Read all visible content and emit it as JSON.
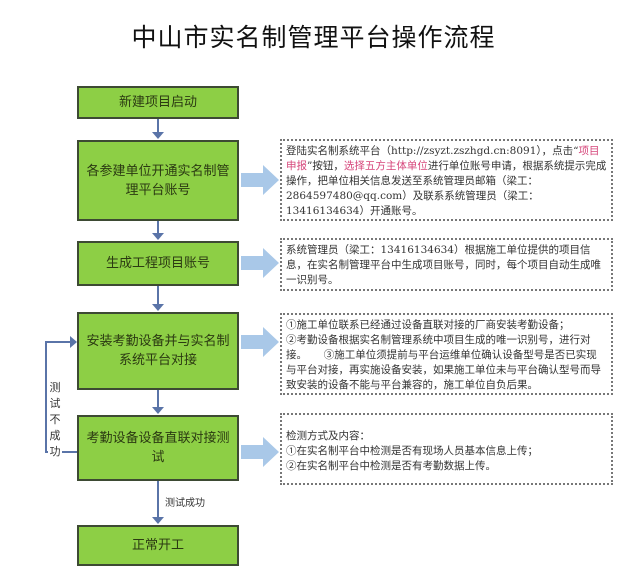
{
  "title": "中山市实名制管理平台操作流程",
  "colors": {
    "step_fill": "#8dcf45",
    "step_border": "#3d4a33",
    "arrow_blue": "#a9c8e8",
    "connector": "#5a74a8",
    "highlight_red": "#d6457a"
  },
  "steps": [
    {
      "label": "新建项目启动"
    },
    {
      "label": "各参建单位开通实名制管理平台账号"
    },
    {
      "label": "生成工程项目账号"
    },
    {
      "label": "安装考勤设备并与实名制系统平台对接"
    },
    {
      "label": "考勤设备设备直联对接测试"
    },
    {
      "label": "正常开工"
    }
  ],
  "notes": [
    {
      "part1": "登陆实名制系统平台（http://zsyzt.zszhgd.cn:8091），点击“",
      "red1": "项目申报",
      "part2": "”按钮，",
      "red2": "选择五方主体单位",
      "part3": "进行单位账号申请，根据系统提示完成操作，把单位相关信息发送至系统管理员邮箱（梁工：2864597480@qq.com）及联系系统管理员（梁工：13416134634）开通账号。"
    },
    {
      "text": "系统管理员（梁工：13416134634）根据施工单位提供的项目信息，在实名制管理平台中生成项目账号，同时，每个项目自动生成唯一识别号。"
    },
    {
      "line1": "①施工单位联系已经通过设备直联对接的厂商安装考勤设备；",
      "line2": "②考勤设备根据实名制管理系统中项目生成的唯一识别号，进行对接。",
      "line3": "③施工单位须提前与平台运维单位确认设备型号是否已实现与平台对接，再实施设备安装，如果施工单位未与平台确认型号而导致安装的设备不能与平台兼容的，施工单位自负后果。"
    },
    {
      "heading": "检测方式及内容：",
      "line1": "①在实名制平台中检测是否有现场人员基本信息上传；",
      "line2": "②在实名制平台中检测是否有考勤数据上传。"
    }
  ],
  "edge_labels": {
    "fail": "测试不成功",
    "success": "测试成功"
  }
}
